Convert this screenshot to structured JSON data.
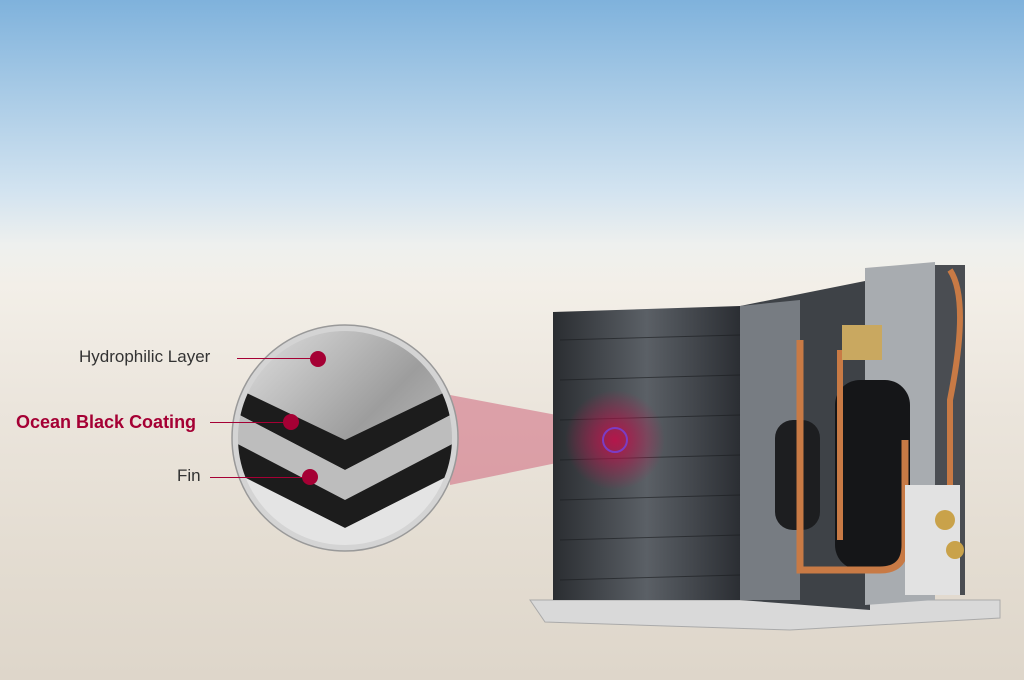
{
  "callouts": [
    {
      "label": "Hydrophilic Layer"
    },
    {
      "label": "Ocean Black Coating"
    },
    {
      "label": "Fin"
    }
  ],
  "colors": {
    "accent": "#a50034",
    "text": "#333333"
  }
}
